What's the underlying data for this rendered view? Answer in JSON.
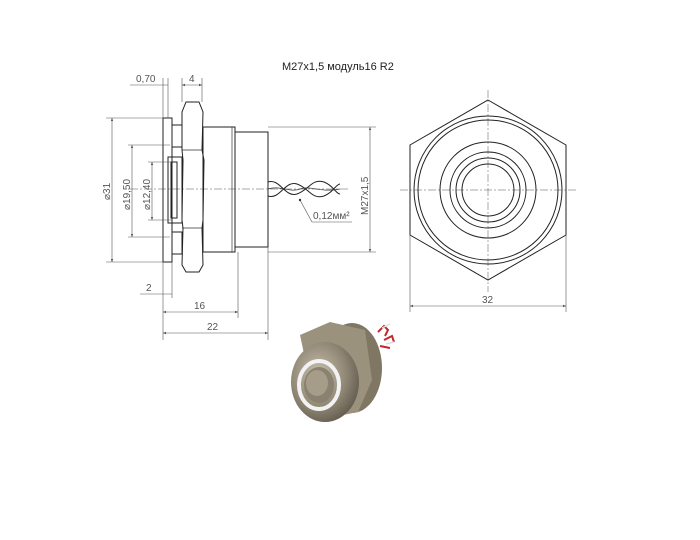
{
  "title": "M27x1,5 модуль16 R2",
  "dimensions": {
    "flange_thickness": "0,70",
    "nut_width": "4",
    "outer_diameter": "⌀31",
    "ring_diameter": "⌀19,50",
    "button_diameter": "⌀12,40",
    "thread": "M27x1,5",
    "wire_section": "0,12мм²",
    "front_offset": "2",
    "body_length": "16",
    "total_length": "22",
    "hex_width": "32"
  }
}
